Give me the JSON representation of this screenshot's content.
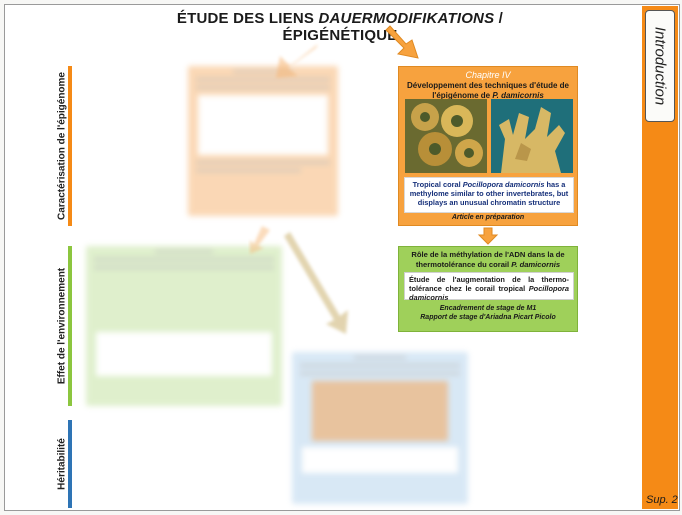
{
  "title": {
    "part1": "ÉTUDE DES LIENS ",
    "part2": "DAUERMODIFIKATIONS",
    "part3": " / ÉPIGÉNÉTIQUE"
  },
  "side_tab": "Introduction",
  "slide_number": "Sup. 2",
  "sections": [
    {
      "label": "Caractérisation de l'épigénome",
      "color": "#f58a16"
    },
    {
      "label": "Effet de l'environnement",
      "color": "#8cc63f"
    },
    {
      "label": "Héritabilité",
      "color": "#2e74b5"
    }
  ],
  "chapter4": {
    "chapter": "Chapitre IV",
    "title_main": "Développement des techniques d'étude de l'épigénome de ",
    "title_species": "P. damicornis",
    "article_p1": "Tropical coral ",
    "article_species": "Pocillopora damicornis",
    "article_p2": " has a methylome similar to other invertebrates, but displays an unusual chromatin structure",
    "status": "Article en préparation"
  },
  "internship": {
    "title_main": "Rôle de la méthylation de l'ADN dans la de thermotolérance du corail ",
    "title_species": "P. damicornis",
    "report_p1": "Étude de l'augmentation de la thermo-tolérance chez le corail tropical ",
    "report_species": "Pocillopora damicornis",
    "footer1": "Encadrement de stage de M1",
    "footer2": "Rapport de stage d'Ariadna Picart Picolo"
  },
  "colors": {
    "accent_orange": "#f58a16",
    "card_orange": "#f7a23e",
    "card_green": "#9fd05a",
    "heredity_blue": "#2e74b5",
    "text_blue": "#16307a"
  },
  "icons": [
    "arrow-down-icon",
    "arrow-diagonal-icon",
    "coral-photo",
    "coral-photo"
  ]
}
